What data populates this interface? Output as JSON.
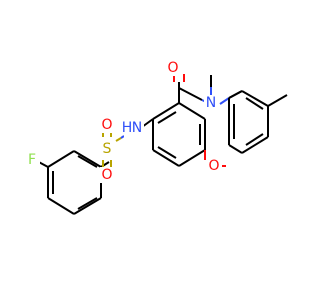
{
  "atoms": {
    "fluorine": "F",
    "sulfur": "S",
    "sulfonyl_oxygen_top": "O",
    "sulfonyl_oxygen_bottom": "O",
    "amide_nitrogen": "N",
    "amide_hydrogen": "H",
    "carbonyl_oxygen": "O",
    "ring_nitrogen": "N",
    "ether_oxygen": "O"
  },
  "colors": {
    "carbon": "#000000",
    "nitrogen": "#3050f8",
    "oxygen": "#ff0d0d",
    "fluorine": "#90e050",
    "sulfur": "#b8a400",
    "background": "#ffffff"
  }
}
